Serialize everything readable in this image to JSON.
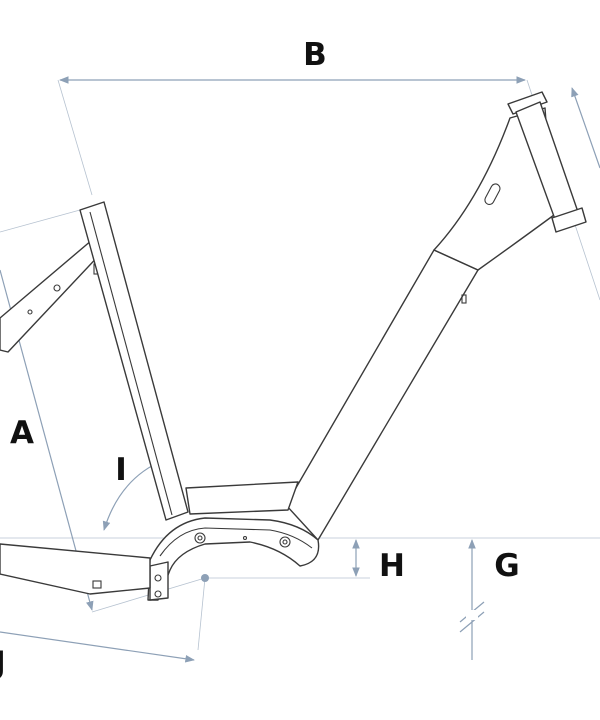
{
  "labels": {
    "b": "B",
    "a": "A",
    "i": "I",
    "h": "H",
    "g": "G",
    "j": "J"
  },
  "colors": {
    "dimension_line": "#8da0b6",
    "frame_stroke": "#3a3a3a",
    "label_text": "#111111",
    "background": "#ffffff"
  }
}
